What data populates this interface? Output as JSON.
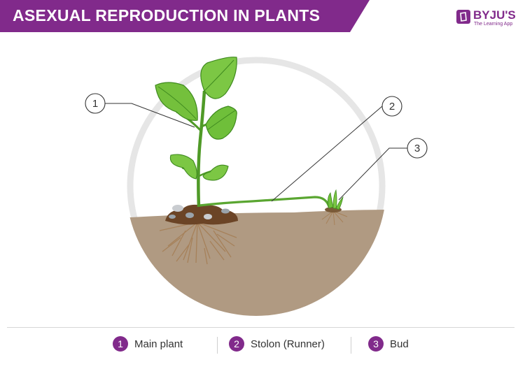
{
  "header": {
    "title": "ASEXUAL REPRODUCTION IN PLANTS"
  },
  "brand": {
    "name": "BYJU'S",
    "tagline": "The Learning App"
  },
  "callouts": [
    {
      "number": "1",
      "label": "Main plant"
    },
    {
      "number": "2",
      "label": "Stolon (Runner)"
    },
    {
      "number": "3",
      "label": "Bud"
    }
  ],
  "colors": {
    "brand_purple": "#812a8b",
    "soil": "#b09a82",
    "leaf": "#6fbf3a",
    "leaf_dark": "#3f8a1f",
    "ring": "#e6e6e6"
  }
}
